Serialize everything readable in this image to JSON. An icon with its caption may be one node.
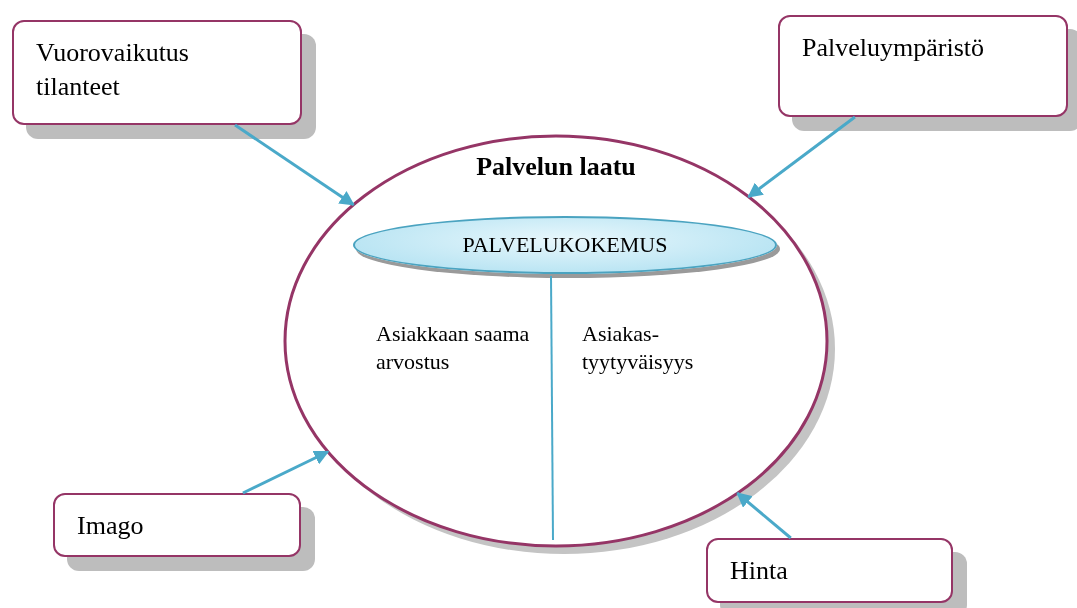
{
  "diagram": {
    "nodes": [
      {
        "text": [
          "Vuorovaikutus tilanteet"
        ]
      },
      {
        "text": [
          "Palveluympäristö"
        ]
      },
      {
        "text": [
          "Palvelun laatu"
        ]
      },
      {
        "text": [
          "PALVELUKOKEMUS"
        ],
        "in": 2
      },
      {
        "text": [
          "Imago"
        ]
      },
      {
        "text": [
          "Hinta"
        ]
      }
    ],
    "edges": [
      {
        "from": 0,
        "to": 2,
        "arrow": "to"
      },
      {
        "from": 1,
        "to": 2,
        "arrow": "to"
      },
      {
        "from": 4,
        "to": 2,
        "arrow": "to"
      },
      {
        "from": 5,
        "to": 2,
        "arrow": "to"
      }
    ],
    "labels": [
      "Asiakkaan saama arvostus",
      "Asiakas- tyytyväisyys"
    ]
  }
}
